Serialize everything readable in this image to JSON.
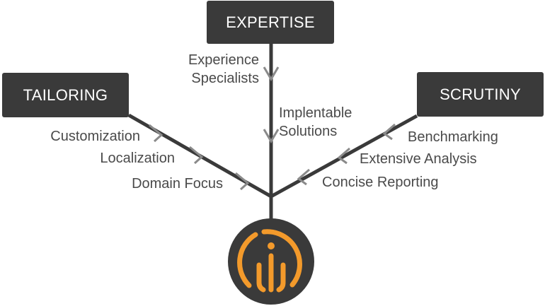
{
  "diagram": {
    "branches": {
      "expertise": {
        "title": "EXPERTISE",
        "items": [
          "Experience\nSpecialists",
          "Implentable\nSolutions"
        ]
      },
      "tailoring": {
        "title": "TAILORING",
        "items": [
          "Customization",
          "Localization",
          "Domain Focus"
        ]
      },
      "scrutiny": {
        "title": "SCRUTINY",
        "items": [
          "Benchmarking",
          "Extensive Analysis",
          "Concise Reporting"
        ]
      }
    },
    "colors": {
      "box": "#3a3a3a",
      "line": "#3a3a3a",
      "arrow": "#8a8a8a",
      "text": "#4a4a4a",
      "logo_circle": "#3a3a3a",
      "logo_accent": "#f39a2b"
    },
    "logo_icon": "orange-arc-bars-logo"
  }
}
